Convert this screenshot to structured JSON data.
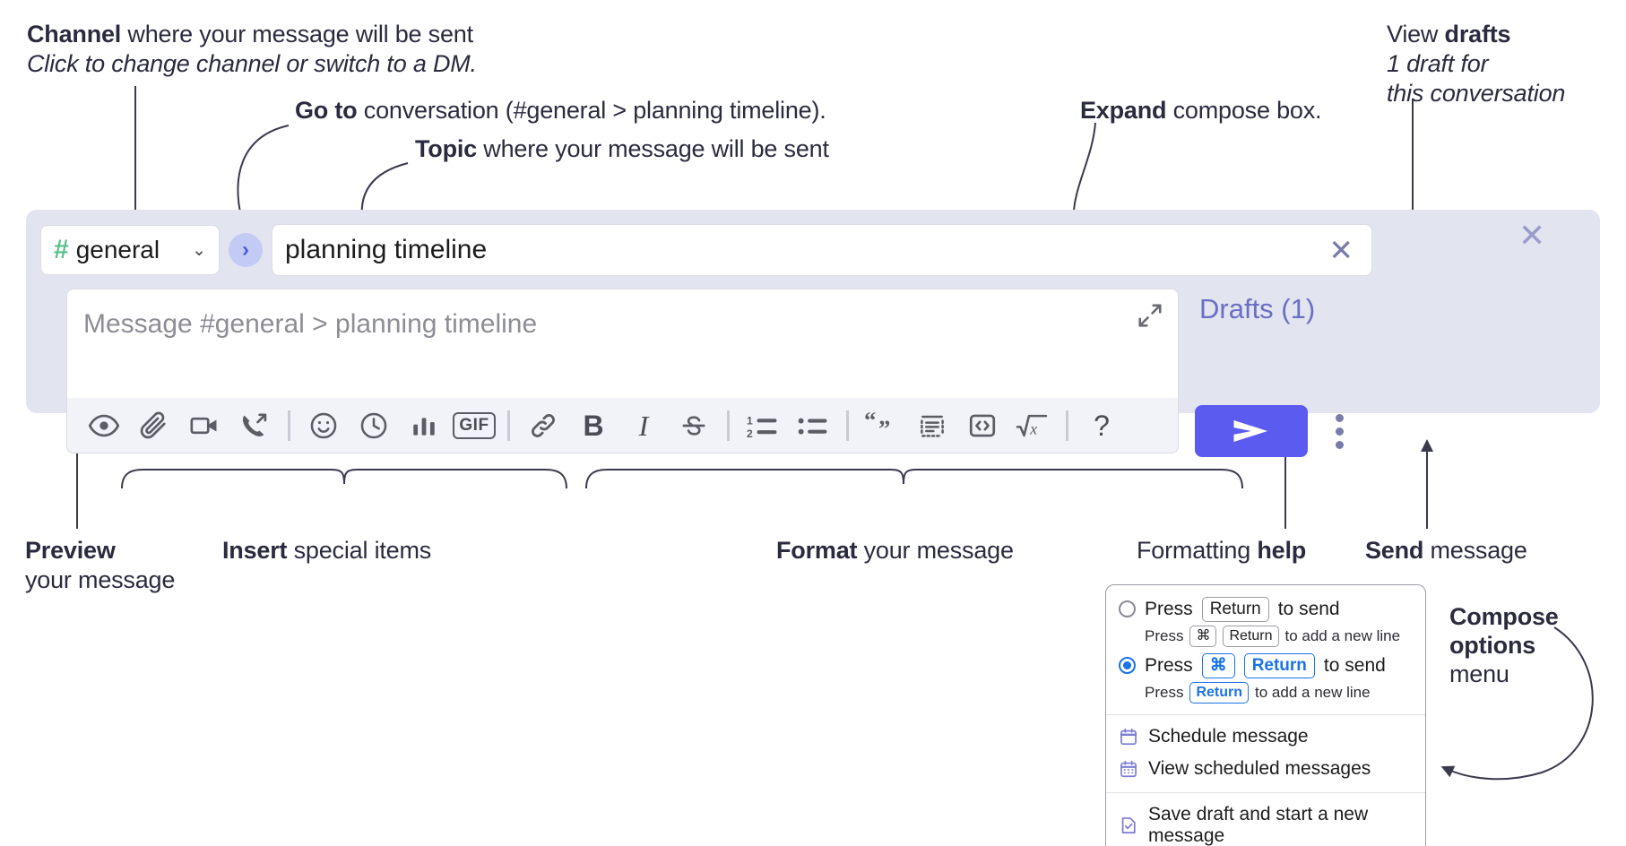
{
  "annotations": {
    "channel": {
      "bold": "Channel",
      "rest": " where your message will be sent",
      "italic": "Click to change channel or switch to a DM."
    },
    "goto": {
      "bold": "Go to",
      "rest": " conversation (#general > planning timeline)."
    },
    "topic": {
      "bold": "Topic",
      "rest": " where your message will be sent"
    },
    "expand": {
      "bold": "Expand",
      "rest": " compose box."
    },
    "drafts": {
      "rest": "View ",
      "bold": "drafts",
      "italic1": "1 draft for",
      "italic2": "this conversation"
    },
    "preview": {
      "bold": "Preview",
      "line2": "your message"
    },
    "insert": {
      "bold": "Insert",
      "rest": " special items"
    },
    "format": {
      "bold": "Format",
      "rest": " your message"
    },
    "help": {
      "rest": "Formatting ",
      "bold": "help"
    },
    "send": {
      "bold": "Send",
      "rest": " message"
    },
    "compose_options": {
      "bold1": "Compose",
      "bold2": "options",
      "rest": "menu"
    }
  },
  "compose": {
    "channel": {
      "hash": "#",
      "name": "general",
      "chevron": "⌄"
    },
    "goto_button": "›",
    "topic": {
      "value": "planning timeline",
      "clear": "✕"
    },
    "editor": {
      "placeholder": "Message #general > planning timeline"
    },
    "drafts_label": "Drafts (1)",
    "panel_close": "✕",
    "toolbar": [
      {
        "name": "preview-icon",
        "label": "Preview"
      },
      {
        "name": "attachment-icon",
        "label": "Attach file"
      },
      {
        "name": "video-icon",
        "label": "Record video clip"
      },
      {
        "name": "audio-call-icon",
        "label": "Record audio clip"
      },
      {
        "name": "separator",
        "label": ""
      },
      {
        "name": "emoji-icon",
        "label": "Emoji"
      },
      {
        "name": "clock-icon",
        "label": "Schedule"
      },
      {
        "name": "poll-icon",
        "label": "Poll"
      },
      {
        "name": "gif-icon",
        "label": "GIF"
      },
      {
        "name": "separator",
        "label": ""
      },
      {
        "name": "link-icon",
        "label": "Link"
      },
      {
        "name": "bold-icon",
        "label": "B"
      },
      {
        "name": "italic-icon",
        "label": "I"
      },
      {
        "name": "strikethrough-icon",
        "label": "S"
      },
      {
        "name": "separator",
        "label": ""
      },
      {
        "name": "ordered-list-icon",
        "label": "Ordered list"
      },
      {
        "name": "bulleted-list-icon",
        "label": "Bulleted list"
      },
      {
        "name": "separator",
        "label": ""
      },
      {
        "name": "blockquote-icon",
        "label": "Blockquote"
      },
      {
        "name": "code-block-icon",
        "label": "Code block"
      },
      {
        "name": "inline-code-icon",
        "label": "Code"
      },
      {
        "name": "math-icon",
        "label": "Math"
      },
      {
        "name": "separator",
        "label": ""
      },
      {
        "name": "help-icon",
        "label": "?"
      }
    ]
  },
  "popup": {
    "options": [
      {
        "selected": false,
        "main_pre": "Press",
        "main_keys": [
          "Return"
        ],
        "main_post": "to send",
        "sub_pre": "Press",
        "sub_keys": [
          "⌘",
          "Return"
        ],
        "sub_post": "to add a new line"
      },
      {
        "selected": true,
        "main_pre": "Press",
        "main_keys": [
          "⌘",
          "Return"
        ],
        "main_post": "to send",
        "sub_pre": "Press",
        "sub_keys": [
          "Return"
        ],
        "sub_post": "to add a new line"
      }
    ],
    "menu_items": [
      {
        "icon": "calendar-schedule-icon",
        "label": "Schedule message"
      },
      {
        "icon": "calendar-grid-icon",
        "label": "View scheduled messages"
      },
      {
        "icon": "save-draft-icon",
        "label": "Save draft and start a new message"
      }
    ]
  },
  "colors": {
    "panel_bg": "#e2e4f0",
    "accent_send": "#5b5bf0",
    "drafts_text": "#6a6ec4",
    "hash_green": "#5bc08c",
    "goto_bg": "#c3cbf5",
    "radio_blue": "#1a73e8"
  }
}
